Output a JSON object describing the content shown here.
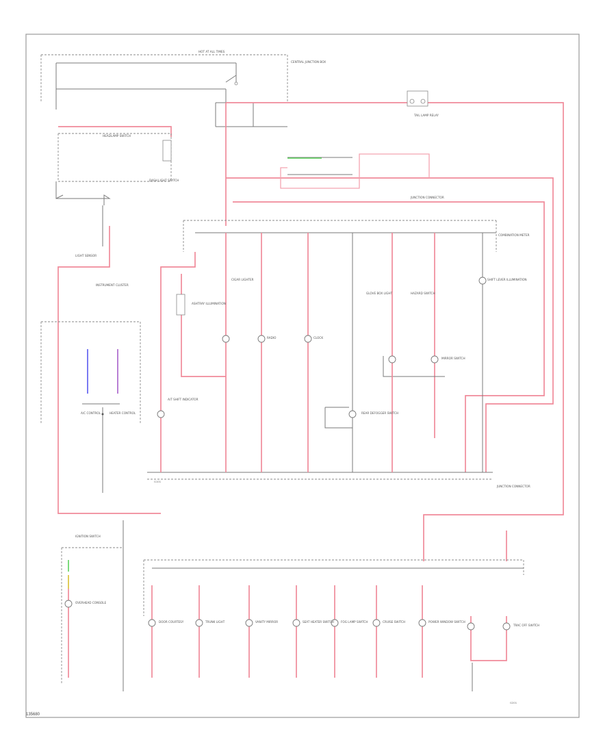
{
  "diagram": {
    "title": "",
    "footer_code": "135680"
  },
  "labels": {
    "top_fuse_box": "HOT AT ALL TIMES",
    "fuse_block": "CENTRAL JUNCTION BOX",
    "dash_light_switch": "DASH LIGHT SWITCH",
    "headlamp_switch": "HEADLAMP SWITCH",
    "tail_lamp_relay": "TAIL LAMP RELAY",
    "light_sensor": "LIGHT SENSOR",
    "instrument_cluster": "INSTRUMENT CLUSTER",
    "ac_control": "A/C CONTROL",
    "heater_control": "HEATER CONTROL",
    "ashtray": "ASHTRAY ILLUMINATION",
    "cigar_lighter": "CIGAR LIGHTER",
    "radio": "RADIO",
    "clock": "CLOCK",
    "glove_box": "GLOVE BOX LIGHT",
    "hazard_switch": "HAZARD SWITCH",
    "rear_defogger": "REAR DEFOGGER SWITCH",
    "mirror_switch": "MIRROR SWITCH",
    "combination_meter": "COMBINATION METER",
    "shift_lever": "SHIFT LEVER ILLUMINATION",
    "ground_left": "G101",
    "ground_right": "G201",
    "junction_connector": "JUNCTION CONNECTOR",
    "power_source": "IGNITION SWITCH",
    "shift_indicator": "A/T SHIFT INDICATOR",
    "door_courtesy": "DOOR COURTESY",
    "trunk": "TRUNK LIGHT",
    "overhead": "OVERHEAD CONSOLE",
    "vanity_mirror": "VANITY MIRROR",
    "seat_heater": "SEAT HEATER SWITCH",
    "fog_switch": "FOG LAMP SWITCH",
    "cruise_switch": "CRUISE SWITCH",
    "power_window": "POWER WINDOW SWITCH",
    "tcs_switch": "TRAC OFF SWITCH"
  },
  "colors": {
    "wire_pink": "#f08a9a",
    "wire_blue": "#6a6af0",
    "wire_violet": "#b070d0",
    "wire_green": "#5ad05a",
    "wire_yellow": "#d8c030"
  }
}
